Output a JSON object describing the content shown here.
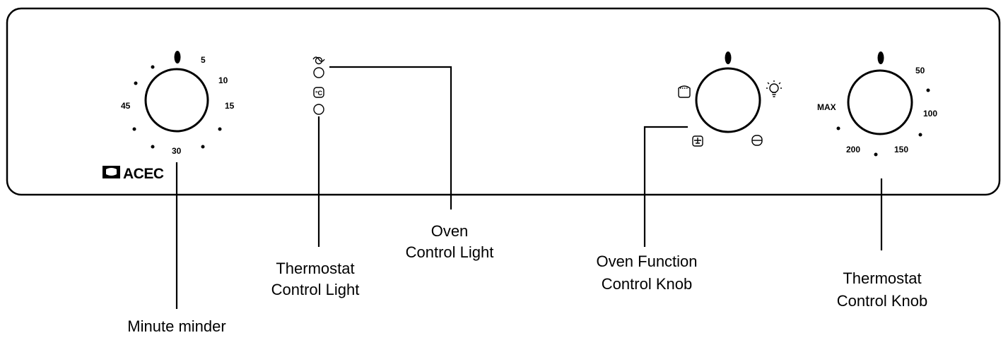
{
  "brand": {
    "name": "ACEC",
    "logo_text": "ACEC"
  },
  "minute_minder": {
    "marks": [
      "5",
      "10",
      "15",
      "30",
      "45"
    ],
    "caption": "Minute minder"
  },
  "lights": {
    "thermostat_caption": [
      "Thermostat",
      "Control Light"
    ],
    "oven_caption": [
      "Oven",
      "Control Light"
    ],
    "icons": [
      "sine-wave-icon",
      "thermometer-c-icon"
    ]
  },
  "oven_function_knob": {
    "caption": [
      "Oven Function",
      "Control Knob"
    ],
    "icons": [
      "top-heat-icon",
      "lamp-icon",
      "fan-icon",
      "bottom-heat-icon"
    ]
  },
  "thermostat_knob": {
    "marks": [
      "50",
      "100",
      "150",
      "200",
      "MAX"
    ],
    "caption": [
      "Thermostat",
      "Control Knob"
    ]
  }
}
